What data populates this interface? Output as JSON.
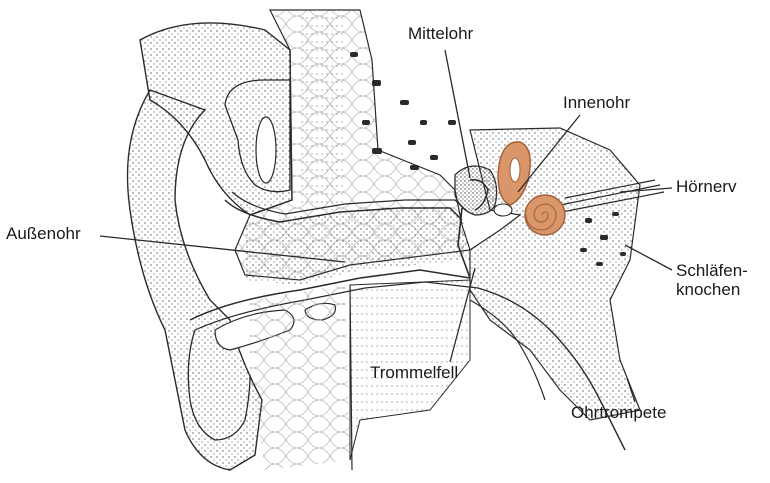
{
  "labels": {
    "mittelohr": "Mittelohr",
    "innenohr": "Innenohr",
    "hoernerv": "Hörnerv",
    "aussenohr": "Außenohr",
    "schlaefenknochen_line1": "Schläfen-",
    "schlaefenknochen_line2": "knochen",
    "trommelfell": "Trommelfell",
    "ohrtrompete": "Ohrtrompete"
  },
  "colors": {
    "line": "#2a2a2a",
    "cochlea": "#d8966a",
    "cochlea_dark": "#a5603a",
    "background": "#ffffff"
  }
}
